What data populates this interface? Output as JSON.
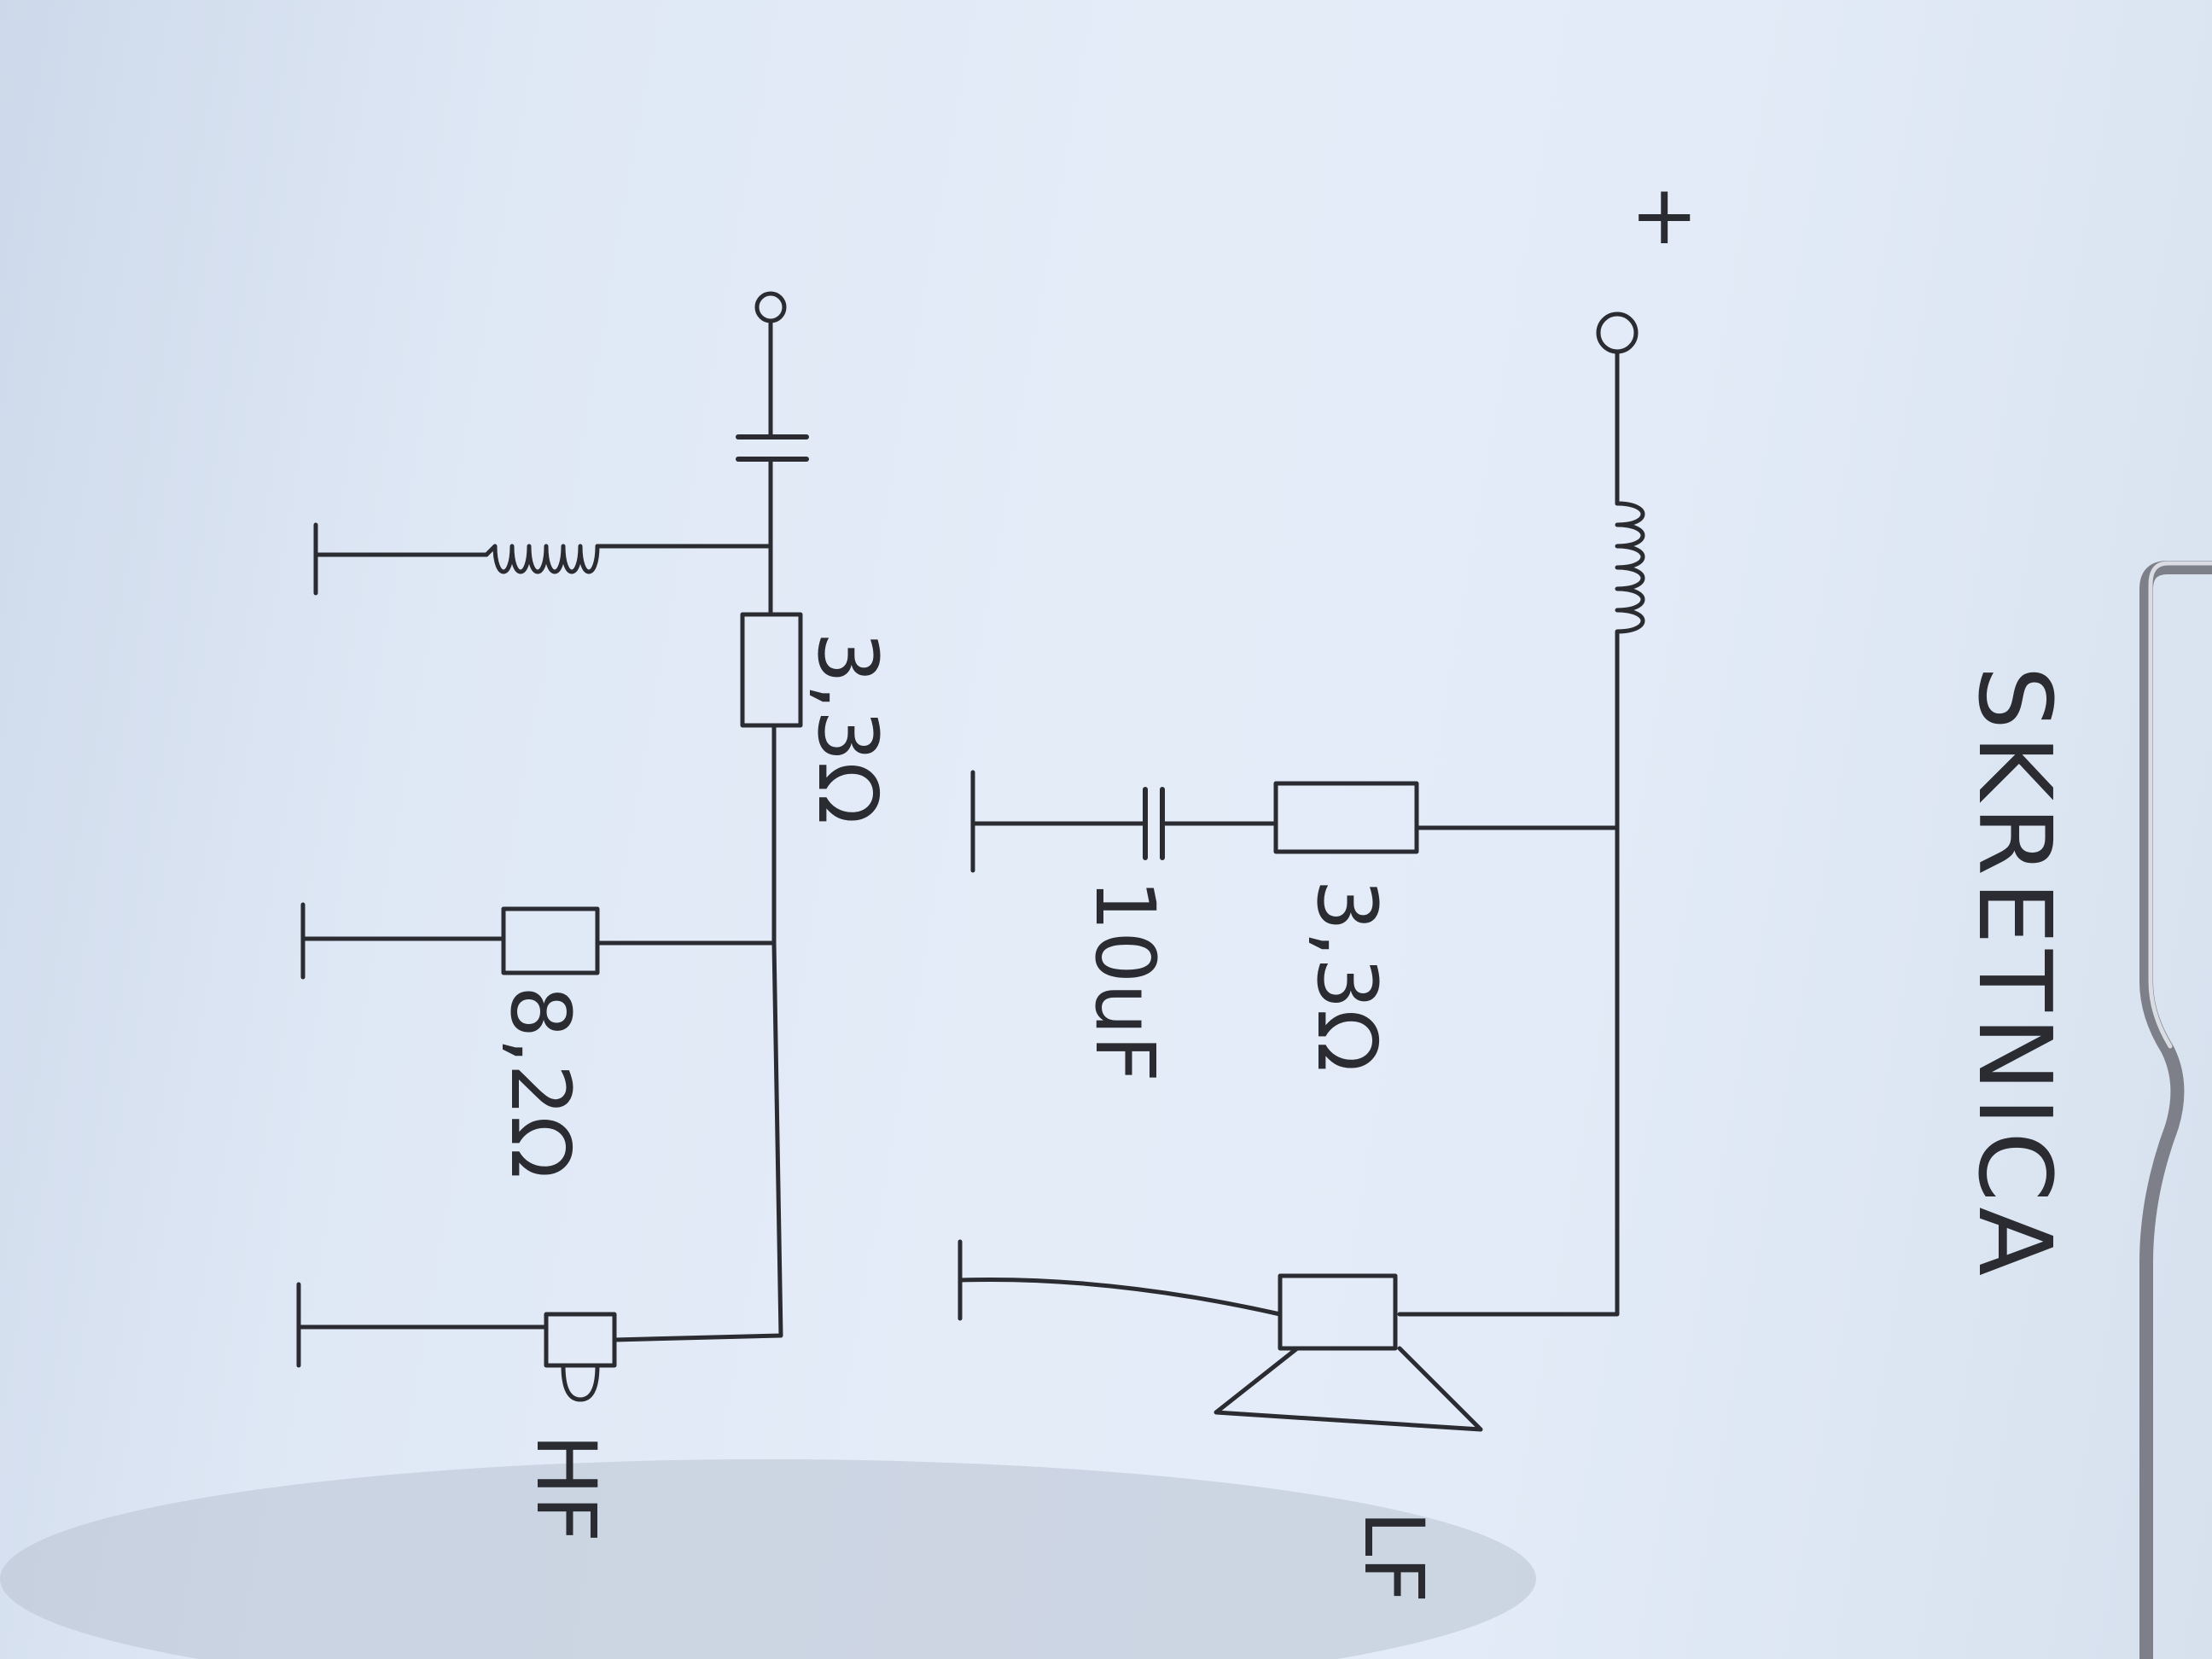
{
  "diagram": {
    "title": "SKRETNICA",
    "terminal_plus": "+",
    "labels": {
      "lf_resistor": "3,3Ω",
      "lf_capacitor": "10uF",
      "lf_speaker": "LF",
      "hf_resistor_series": "3,3Ω",
      "hf_resistor_shunt": "8,2Ω",
      "hf_speaker": "HF"
    },
    "colors": {
      "paper": "#e2ebf7",
      "ink": "#2a2c31",
      "clip": "#7d8088"
    },
    "icons": {
      "inductor": "inductor-icon",
      "capacitor": "capacitor-icon",
      "resistor": "resistor-icon",
      "speaker": "speaker-icon",
      "terminal": "terminal-icon",
      "ground": "ground-icon"
    }
  }
}
